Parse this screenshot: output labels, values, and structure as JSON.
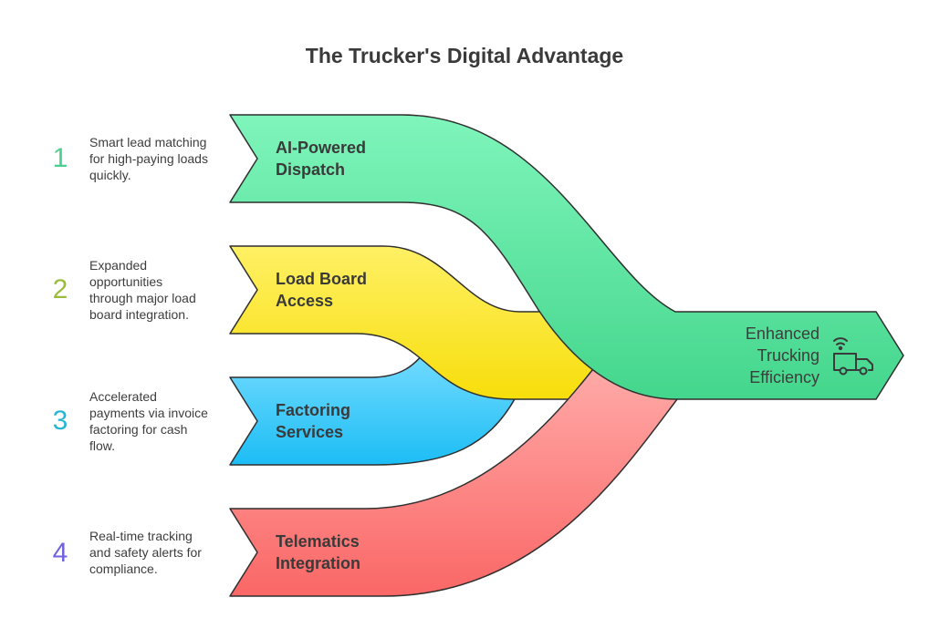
{
  "title": "The Trucker's Digital Advantage",
  "outcome": {
    "line1": "Enhanced",
    "line2": "Trucking",
    "line3": "Efficiency",
    "icon": "truck-signal-icon"
  },
  "items": [
    {
      "number": "1",
      "label_line1": "AI-Powered",
      "label_line2": "Dispatch",
      "desc_lines": [
        "Smart lead matching",
        "for high-paying loads",
        "quickly."
      ],
      "number_color": "#4ccf8e",
      "fill": "#5fe6a3"
    },
    {
      "number": "2",
      "label_line1": "Load Board",
      "label_line2": "Access",
      "desc_lines": [
        "Expanded",
        "opportunities",
        "through major load",
        "board integration."
      ],
      "number_color": "#9bbb3c",
      "fill": "#fbe325"
    },
    {
      "number": "3",
      "label_line1": "Factoring",
      "label_line2": "Services",
      "desc_lines": [
        "Accelerated",
        "payments via invoice",
        "factoring for cash",
        "flow."
      ],
      "number_color": "#26b5d6",
      "fill": "#37c3f3"
    },
    {
      "number": "4",
      "label_line1": "Telematics",
      "label_line2": "Integration",
      "desc_lines": [
        "Real-time tracking",
        "and safety alerts for",
        "compliance."
      ],
      "number_color": "#6f63e0",
      "fill": "#fb7d7b"
    }
  ]
}
